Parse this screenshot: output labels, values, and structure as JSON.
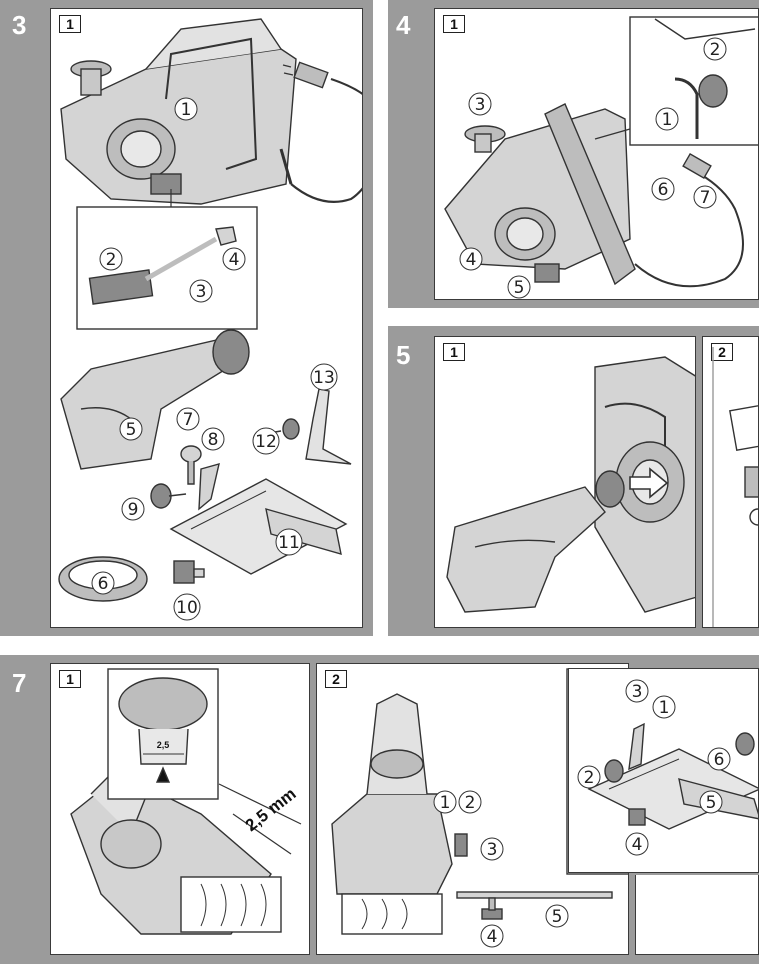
{
  "colors": {
    "band": "#9b9b9b",
    "panel_bg": "#ffffff",
    "line": "#3a3a3a",
    "part_fill": "#d4d4d4",
    "part_dark": "#8a8a8a"
  },
  "sections": [
    {
      "number": "3",
      "panels": [
        {
          "number": "1",
          "callouts": [
            "1",
            "2",
            "3",
            "4",
            "5",
            "6",
            "7",
            "8",
            "9",
            "10",
            "11",
            "12",
            "13"
          ]
        }
      ]
    },
    {
      "number": "4",
      "panels": [
        {
          "number": "1",
          "callouts": [
            "1",
            "2",
            "3",
            "4",
            "5",
            "6",
            "7"
          ]
        }
      ]
    },
    {
      "number": "5",
      "panels": [
        {
          "number": "1",
          "callouts": []
        },
        {
          "number": "2",
          "callouts": []
        }
      ]
    },
    {
      "number": "7",
      "panels": [
        {
          "number": "1",
          "callouts": [],
          "scale_label": "2,5",
          "dimension_label": "2,5 mm"
        },
        {
          "number": "2",
          "callouts": [
            "1",
            "2",
            "3",
            "4",
            "5"
          ],
          "inset_callouts": [
            "1",
            "2",
            "3",
            "4",
            "5",
            "6"
          ]
        }
      ]
    }
  ],
  "icons": [
    "planer-icon",
    "power-cord-icon",
    "dust-bag-icon",
    "adjustment-knob-icon",
    "guide-fence-icon",
    "chuck-ring-icon",
    "wrench-icon",
    "workpiece-icon"
  ]
}
